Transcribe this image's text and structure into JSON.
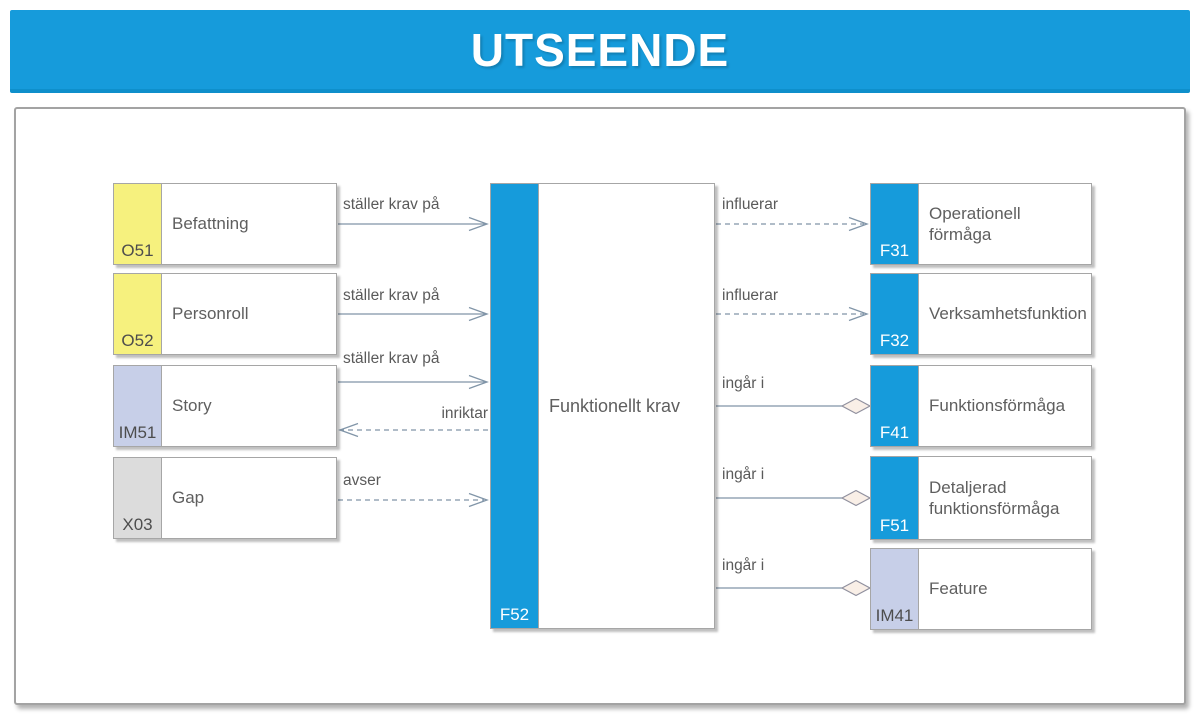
{
  "title": "UTSEENDE",
  "colors": {
    "banner_blue": "#169bdb",
    "tab_blue": "#169bdb",
    "tab_yellow": "#f6f17e",
    "tab_lavender": "#c7cfe8",
    "tab_gray": "#dcdcdc",
    "connector_gray": "#8195a8",
    "text_gray": "#5a5a5a",
    "aggregation_diamond_fill": "#f9efe7"
  },
  "diagram": {
    "center_node": {
      "code": "F52",
      "name": "Funktionellt krav"
    },
    "left_nodes": [
      {
        "code": "O51",
        "name": "Befattning"
      },
      {
        "code": "O52",
        "name": "Personroll"
      },
      {
        "code": "IM51",
        "name": "Story"
      },
      {
        "code": "X03",
        "name": "Gap"
      }
    ],
    "right_nodes": [
      {
        "code": "F31",
        "name": "Operationell förmåga"
      },
      {
        "code": "F32",
        "name": "Verksamhetsfunktion"
      },
      {
        "code": "F41",
        "name": "Funktionsförmåga"
      },
      {
        "code": "F51",
        "name": "Detaljerad funktionsförmåga"
      },
      {
        "code": "IM41",
        "name": "Feature"
      }
    ],
    "relations": [
      {
        "label": "ställer krav på",
        "from": "O51",
        "to": "F52",
        "style": "solid-arrow"
      },
      {
        "label": "ställer krav på",
        "from": "O52",
        "to": "F52",
        "style": "solid-arrow"
      },
      {
        "label": "ställer krav på",
        "from": "IM51",
        "to": "F52",
        "style": "solid-arrow"
      },
      {
        "label": "inriktar",
        "from": "F52",
        "to": "IM51",
        "style": "dashed-arrow"
      },
      {
        "label": "avser",
        "from": "X03",
        "to": "F52",
        "style": "dashed-arrow"
      },
      {
        "label": "influerar",
        "from": "F52",
        "to": "F31",
        "style": "dashed-arrow"
      },
      {
        "label": "influerar",
        "from": "F52",
        "to": "F32",
        "style": "dashed-arrow"
      },
      {
        "label": "ingår i",
        "from": "F52",
        "to": "F41",
        "style": "aggregation"
      },
      {
        "label": "ingår i",
        "from": "F52",
        "to": "F51",
        "style": "aggregation"
      },
      {
        "label": "ingår i",
        "from": "F52",
        "to": "IM41",
        "style": "aggregation"
      }
    ]
  }
}
